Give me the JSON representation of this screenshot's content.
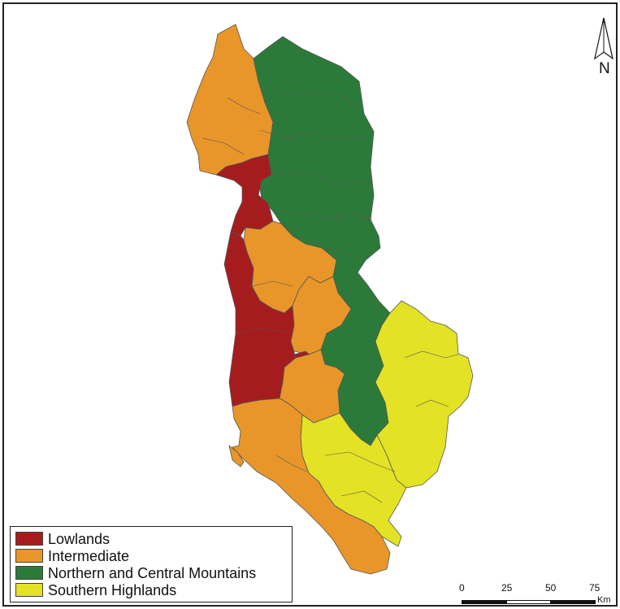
{
  "map": {
    "colors": {
      "lowlands": "#a51c1f",
      "intermediate": "#e8962a",
      "mountains": "#2c7a3a",
      "highlands": "#e3e225",
      "border": "#555555"
    }
  },
  "legend": {
    "items": [
      {
        "label": "Lowlands",
        "color": "#a51c1f"
      },
      {
        "label": "Intermediate",
        "color": "#e8962a"
      },
      {
        "label": "Northern and Central Mountains",
        "color": "#2c7a3a"
      },
      {
        "label": "Southern Highlands",
        "color": "#e3e225"
      }
    ]
  },
  "north_arrow": {
    "letter": "N"
  },
  "scale_bar": {
    "ticks": [
      "0",
      "25",
      "50",
      "75"
    ],
    "unit": "Km"
  }
}
